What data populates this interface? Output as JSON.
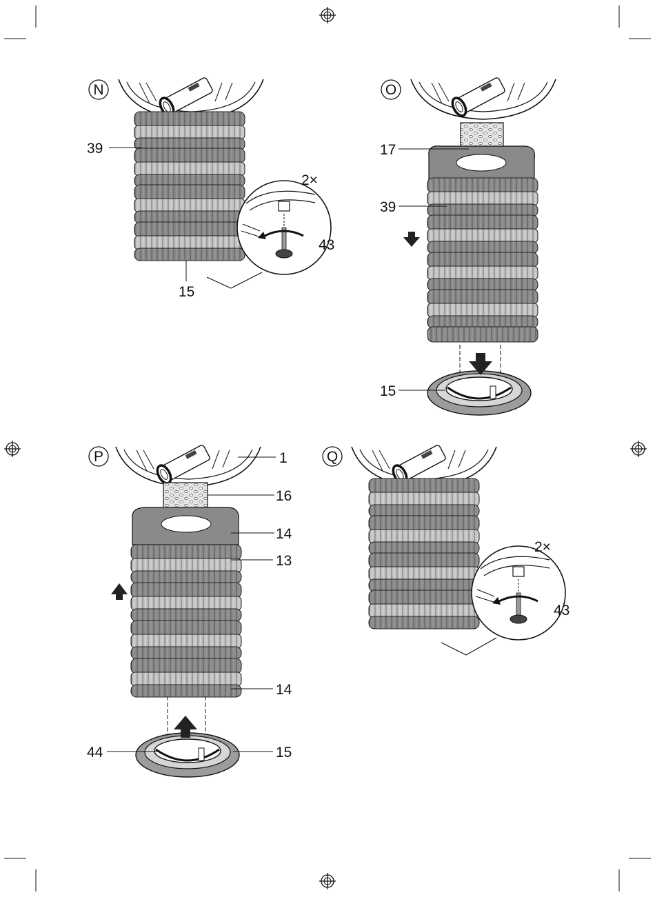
{
  "panels": [
    {
      "letter": "N",
      "labels": {
        "filter": "39",
        "base": "15",
        "count": "2×",
        "screw": "43"
      }
    },
    {
      "letter": "O",
      "labels": {
        "tube": "17",
        "filter": "39",
        "base": "15"
      }
    },
    {
      "letter": "P",
      "labels": {
        "pump": "1",
        "tube": "16",
        "top_sponge": "14",
        "mid_sponge": "13",
        "bottom_sponge": "14",
        "seal": "44",
        "base": "15"
      }
    },
    {
      "letter": "Q",
      "labels": {
        "count": "2×",
        "screw": "43"
      }
    }
  ],
  "colors": {
    "line": "#111111",
    "sponge_dark": "#7a7a7a",
    "sponge_light": "#b3b3b3",
    "sponge_top": "#8a8a8a",
    "base": "#9a9a9a"
  },
  "icons": [
    "registration-mark-icon",
    "crop-mark-icon",
    "rotate-arrow-icon",
    "arrow-down-icon",
    "arrow-up-icon",
    "screw-icon"
  ]
}
